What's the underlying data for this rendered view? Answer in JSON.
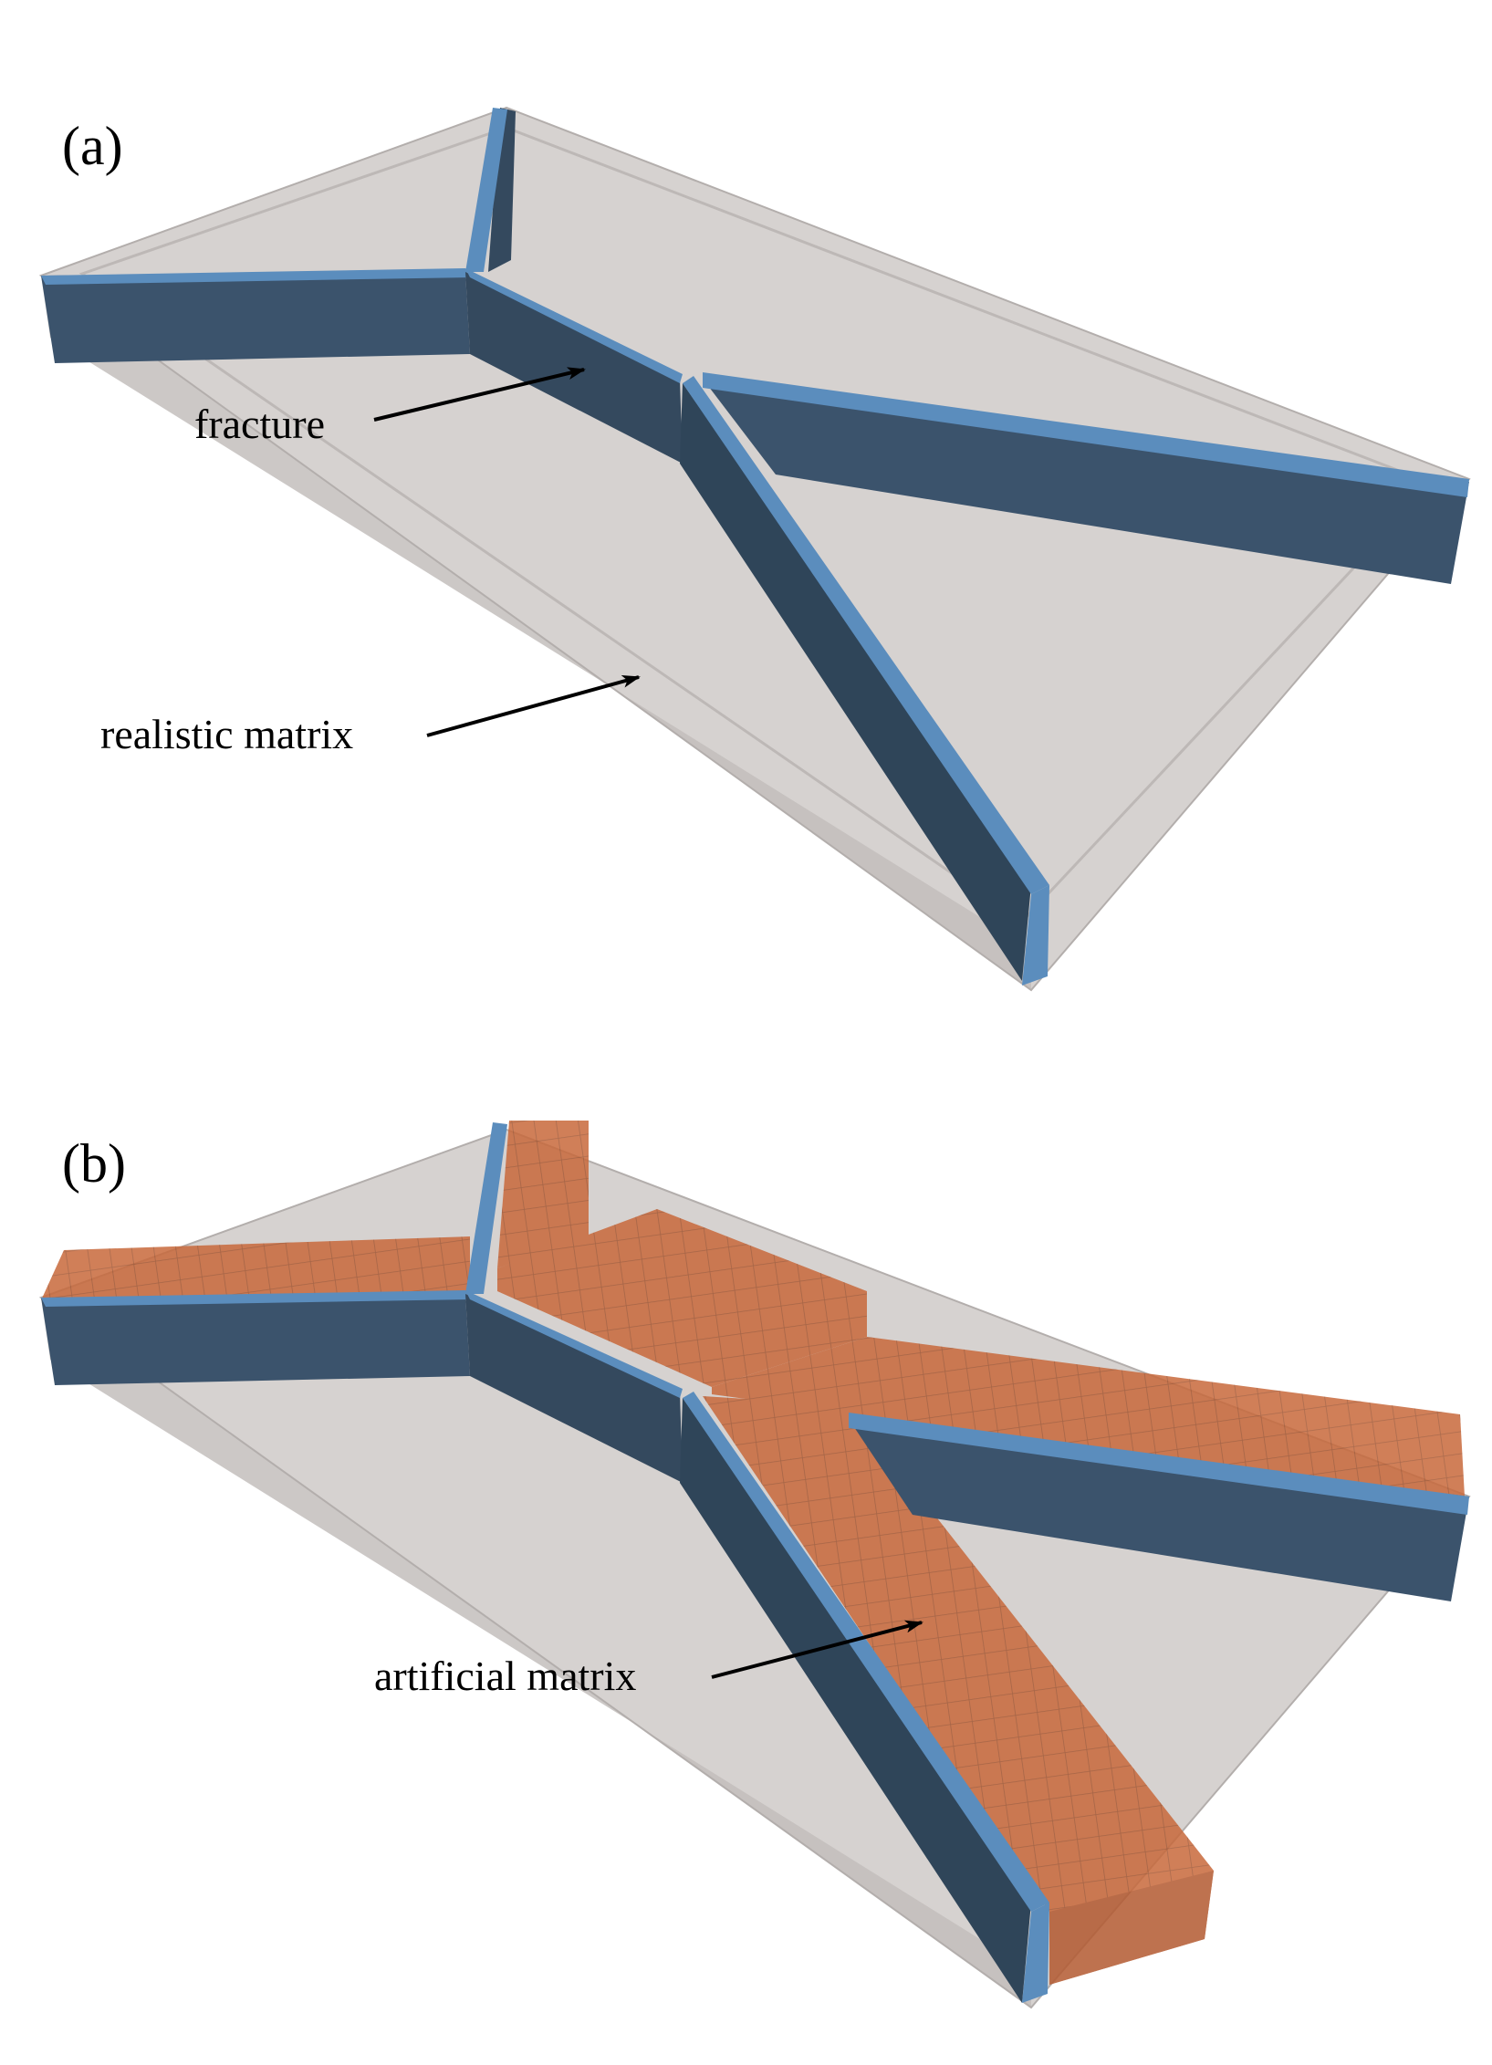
{
  "panels": {
    "a": {
      "label": "(a)"
    },
    "b": {
      "label": "(b)"
    }
  },
  "annotations": {
    "fracture": "fracture",
    "realistic_matrix": "realistic matrix",
    "artificial_matrix": "artificial matrix"
  },
  "colors": {
    "matrix_top": "#d5d1cf",
    "matrix_side": "#c4bfbd",
    "matrix_edge": "#b9b4b2",
    "fracture_face": "#3c536c",
    "fracture_face_dark": "#2f4559",
    "fracture_top": "#5b8dbd",
    "artificial_fill": "#c8693c",
    "artificial_grid": "#8f4a2a",
    "arrow": "#000000"
  }
}
